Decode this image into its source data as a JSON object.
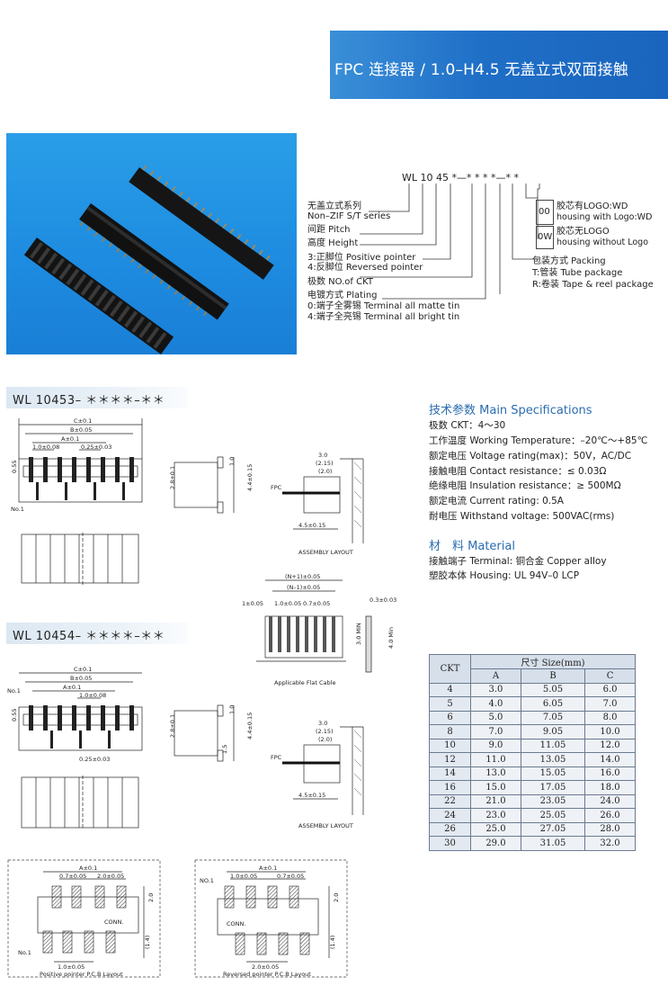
{
  "banner": {
    "title": "FPC 连接器 / 1.0–H4.5 无盖立式双面接触"
  },
  "code": {
    "parts": [
      "WL",
      "10",
      "45",
      "*",
      "—",
      "*",
      "*",
      "*",
      "*",
      "—",
      "*",
      "*"
    ],
    "series_cn": "无盖立式系列",
    "series_en": "Non–ZIF S/T series",
    "pitch": "间距 Pitch",
    "height": "高度 Height",
    "pointer3": "3:正脚位 Positive pointer",
    "pointer4": "4:反脚位 Reversed pointer",
    "ckt": "极数 NO.of CKT",
    "plating": "电镀方式 Plating",
    "plating0": "0:端子全雾锡 Terminal all matte tin",
    "plating4": "4:端子全亮锡 Terminal all bright tin",
    "logo00_code": "00",
    "logo00_cn": "胶芯有LOGO:WD",
    "logo00_en": "housing with Logo:WD",
    "logo0w_code": "0W",
    "logo0w_cn": "胶芯无LOGO",
    "logo0w_en": "housing without Logo",
    "packing": "包装方式 Packing",
    "pack_t": "T:管装 Tube package",
    "pack_r": "R:卷装 Tape & reel package"
  },
  "series1": {
    "label": "WL 10453– ＊＊＊＊–＊＊"
  },
  "series2": {
    "label": "WL 10454– ＊＊＊＊–＊＊"
  },
  "specs": {
    "heading": "技术参数 Main Specifications",
    "lines": [
      "极数 CKT：4～30",
      "工作温度 Working Temperature：–20℃～+85℃",
      "额定电压 Voltage rating(max)：50V，AC/DC",
      "接触电阻 Contact resistance：≤ 0.03Ω",
      "绝缘电阻 Insulation resistance：≥ 500MΩ",
      "额定电流 Current rating: 0.5A",
      "耐电压 Withstand voltage: 500VAC(rms)"
    ]
  },
  "material": {
    "heading": "材　料 Material",
    "lines": [
      "接触端子 Terminal: 铜合金 Copper alloy",
      "塑胶本体 Housing: UL 94V–0 LCP"
    ]
  },
  "size_table": {
    "ckt_header": "CKT",
    "size_header": "尺寸 Size(mm)",
    "columns": [
      "A",
      "B",
      "C"
    ],
    "rows": [
      [
        "4",
        "3.0",
        "5.05",
        "6.0"
      ],
      [
        "5",
        "4.0",
        "6.05",
        "7.0"
      ],
      [
        "6",
        "5.0",
        "7.05",
        "8.0"
      ],
      [
        "8",
        "7.0",
        "9.05",
        "10.0"
      ],
      [
        "10",
        "9.0",
        "11.05",
        "12.0"
      ],
      [
        "12",
        "11.0",
        "13.05",
        "14.0"
      ],
      [
        "14",
        "13.0",
        "15.05",
        "16.0"
      ],
      [
        "16",
        "15.0",
        "17.05",
        "18.0"
      ],
      [
        "22",
        "21.0",
        "23.05",
        "24.0"
      ],
      [
        "24",
        "23.0",
        "25.05",
        "26.0"
      ],
      [
        "26",
        "25.0",
        "27.05",
        "28.0"
      ],
      [
        "30",
        "29.0",
        "31.05",
        "32.0"
      ]
    ]
  },
  "dims": {
    "c": "C±0.1",
    "b": "B±0.05",
    "a": "A±0.1",
    "pitch": "1.0±0.08",
    "w025": "0.25±0.03",
    "h055": "0.55",
    "no1": "No.1",
    "h28": "2.8±0.1",
    "h10": "1.0",
    "h44": "4.4±0.15",
    "h15": "1.5",
    "d30": "3.0",
    "d215": "(2.15)",
    "d20": "(2.0)",
    "fpc": "FPC",
    "d45": "4.5±0.15",
    "assembly": "ASSEMBLY LAYOUT",
    "n1": "(N+1)±0.05",
    "n_1": "(N–1)±0.05",
    "t1": "1±0.05",
    "t10": "1.0±0.05",
    "t07": "0.7±0.05",
    "t03": "0.3±0.03",
    "t30min": "3.0 MIN",
    "t40min": "4.0 Min",
    "flat_cable": "Applicable Flat Cable",
    "pcb_a": "A±0.1",
    "pcb_07": "0.7±0.05",
    "pcb_20": "2.0±0.05",
    "pcb_10": "1.0±0.05",
    "pcb_2": "2.0",
    "pcb_14": "(1.4)",
    "conn": "CONN.",
    "pcb_no1": "NO.1",
    "pos_layout": "Positive pointer P.C.B Layout",
    "rev_layout": "Reversed pointer P.C.B Layout"
  }
}
